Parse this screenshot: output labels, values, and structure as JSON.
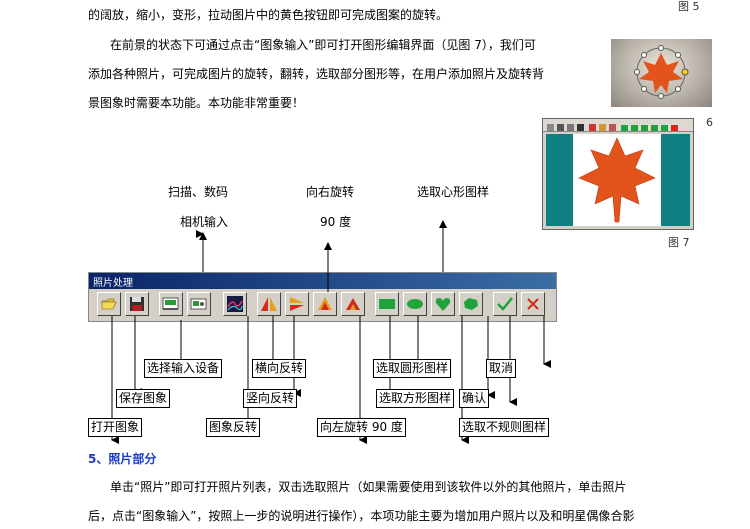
{
  "paragraph_top": {
    "line1": "的阔放，缩小，变形，拉动图片中的黄色按钮即可完成图案的旋转。",
    "line2": "在前景的状态下可通过点击“图象输入”即可打开图形编辑界面（见图 7），我们可",
    "line3": "添加各种照片，可完成图片的旋转，翻转，选取部分图形等，在用户添加照片及旋转背",
    "line4": "景图象时需要本功能。本功能非常重要！"
  },
  "figures": {
    "fig5_label": "图 5",
    "fig6_label": "6",
    "fig7_label": "图 7"
  },
  "top_labels": {
    "scan_line1": "扫描、数码",
    "scan_line2": "相机输入",
    "rotate_right_line1": "向右旋转",
    "rotate_right_line2": "90 度",
    "heart_select": "选取心形图样"
  },
  "window": {
    "title": "照片处理"
  },
  "toolbar_buttons": [
    {
      "name": "open",
      "icon": "folder-open-icon"
    },
    {
      "name": "save",
      "icon": "floppy-disk-icon"
    },
    {
      "name": "input-device",
      "icon": "scanner-icon"
    },
    {
      "name": "scan-camera-input",
      "icon": "camera-icon"
    },
    {
      "name": "image-invert",
      "icon": "invert-image-icon"
    },
    {
      "name": "flip-horizontal",
      "icon": "flip-horizontal-icon"
    },
    {
      "name": "flip-vertical",
      "icon": "flip-vertical-icon"
    },
    {
      "name": "rotate-right",
      "icon": "rotate-right-icon"
    },
    {
      "name": "rotate-left",
      "icon": "rotate-left-icon"
    },
    {
      "name": "select-rect",
      "icon": "rectangle-icon"
    },
    {
      "name": "select-ellipse",
      "icon": "ellipse-icon"
    },
    {
      "name": "select-heart",
      "icon": "heart-icon"
    },
    {
      "name": "select-irregular",
      "icon": "irregular-shape-icon"
    },
    {
      "name": "confirm",
      "icon": "check-icon"
    },
    {
      "name": "cancel",
      "icon": "close-icon"
    }
  ],
  "callouts": {
    "select_input_device": "选择输入设备",
    "save_image": "保存图象",
    "open_image": "打开图象",
    "image_invert": "图象反转",
    "flip_horizontal": "横向反转",
    "flip_vertical": "竖向反转",
    "rotate_left": "向左旋转 90 度",
    "select_ellipse": "选取圆形图样",
    "select_rect": "选取方形图样",
    "cancel": "取消",
    "confirm": "确认",
    "select_irregular": "选取不规则图样"
  },
  "section": {
    "heading": "5、照片部分"
  },
  "paragraph_bottom": {
    "line1": "单击“照片”即可打开照片列表，双击选取照片（如果需要使用到该软件以外的其他照片，单击照片",
    "line2": "后，点击“图象输入”，按照上一步的说明进行操作），本项功能主要为增加用户照片以及和明星偶像合影"
  },
  "colors": {
    "heading_blue": "#1a3cc8",
    "shape_green": "#1fa33a",
    "cancel_red": "#d42a1a",
    "teal": "#0f7f84",
    "leaf_orange": "#e2541c"
  }
}
